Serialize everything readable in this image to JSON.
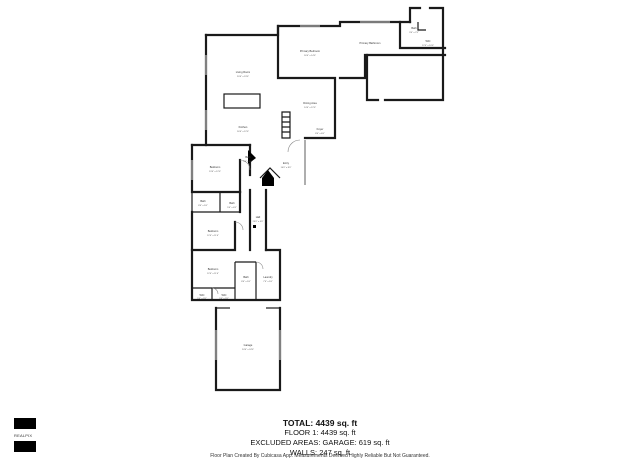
{
  "rooms": [
    {
      "id": "living",
      "label": "Living Room",
      "dim": "20'0\" x 19'0\""
    },
    {
      "id": "primary",
      "label": "Primary Bedroom",
      "dim": "16'0\" x 14'0\""
    },
    {
      "id": "primary_bath",
      "label": "Primary Bathroom",
      "dim": ""
    },
    {
      "id": "bath_top",
      "label": "Bath",
      "dim": "9'0\" x 7'0\""
    },
    {
      "id": "wic",
      "label": "WIC",
      "dim": "12'0\" x 10'0\""
    },
    {
      "id": "dining",
      "label": "Dining Area",
      "dim": "14'0\" x 12'0\""
    },
    {
      "id": "kitchen",
      "label": "Kitchen",
      "dim": "16'0\" x 12'0\""
    },
    {
      "id": "entry",
      "label": "Entry",
      "dim": "10'0\" x 8'0\""
    },
    {
      "id": "foyer",
      "label": "Foyer",
      "dim": "8'0\" x 6'0\""
    },
    {
      "id": "bedroom1",
      "label": "Bedroom",
      "dim": "13'0\" x 12'0\""
    },
    {
      "id": "bath1",
      "label": "Bath",
      "dim": "5'0\" x 5'0\""
    },
    {
      "id": "bath2",
      "label": "Bath",
      "dim": "8'0\" x 5'0\""
    },
    {
      "id": "bath3",
      "label": "Bath",
      "dim": "5'0\" x 4'0\""
    },
    {
      "id": "hall",
      "label": "Hall",
      "dim": "25'0\" x 4'0\""
    },
    {
      "id": "bedroom2",
      "label": "Bedroom",
      "dim": "12'0\" x 11'0\""
    },
    {
      "id": "bedroom3",
      "label": "Bedroom",
      "dim": "12'0\" x 11'0\""
    },
    {
      "id": "bath4",
      "label": "Bath",
      "dim": "8'0\" x 5'0\""
    },
    {
      "id": "laundry",
      "label": "Laundry",
      "dim": "7'0\" x 5'0\""
    },
    {
      "id": "wic2",
      "label": "WIC",
      "dim": "5'0\" x 3'0\""
    },
    {
      "id": "wic3",
      "label": "WIC",
      "dim": "5'0\" x 3'0\""
    },
    {
      "id": "garage",
      "label": "Garage",
      "dim": "24'0\" x 24'0\""
    }
  ],
  "totals": {
    "total": "TOTAL: 4439 sq. ft",
    "floor1": "FLOOR 1: 4439 sq. ft",
    "excluded": "EXCLUDED AREAS: GARAGE: 619 sq. ft",
    "walls": "WALLS: 247 sq. ft"
  },
  "disclaimer": "Floor Plan Created By Cubicasa App. Measurements Deemed Highly Reliable But Not Guaranteed.",
  "logo": {
    "text": "REALPIX",
    "icon": "brand-logo-icon"
  }
}
